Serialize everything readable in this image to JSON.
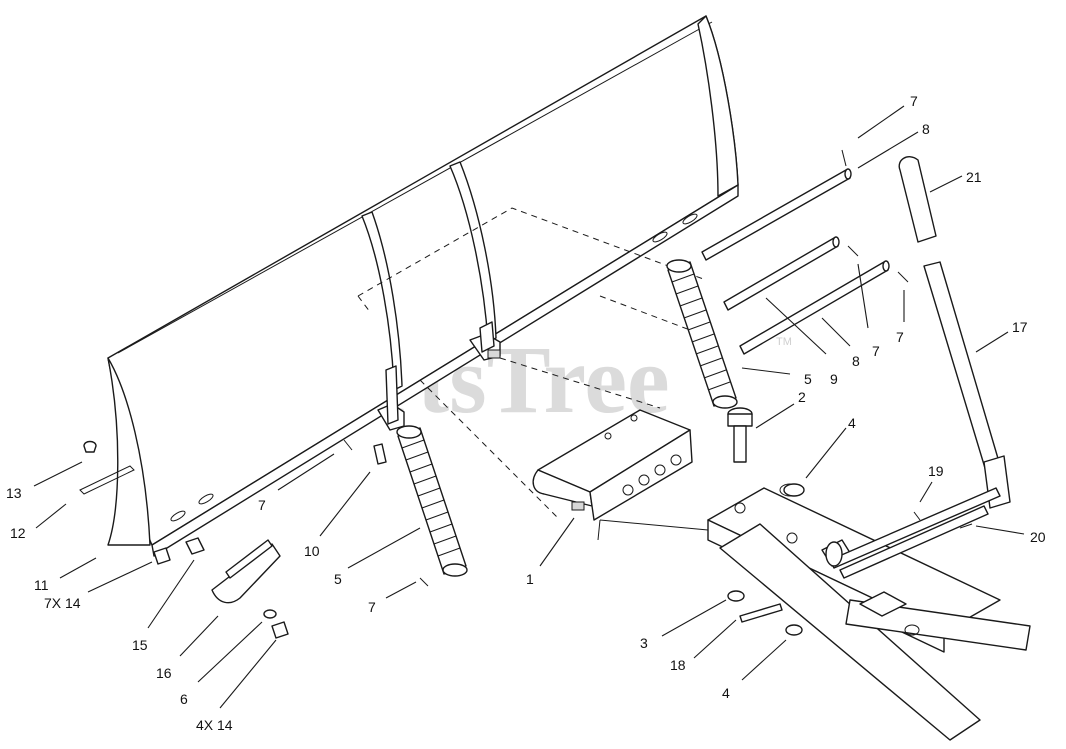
{
  "watermark": {
    "text": "PartsTree",
    "mark": "TM"
  },
  "callouts": [
    {
      "id": "c7a",
      "text": "7"
    },
    {
      "id": "c8a",
      "text": "8"
    },
    {
      "id": "c21",
      "text": "21"
    },
    {
      "id": "c17",
      "text": "17"
    },
    {
      "id": "c7b",
      "text": "7"
    },
    {
      "id": "c7c",
      "text": "7"
    },
    {
      "id": "c8b",
      "text": "8"
    },
    {
      "id": "c9",
      "text": "9"
    },
    {
      "id": "c5a",
      "text": "5"
    },
    {
      "id": "c2",
      "text": "2"
    },
    {
      "id": "c4a",
      "text": "4"
    },
    {
      "id": "c19",
      "text": "19"
    },
    {
      "id": "c20",
      "text": "20"
    },
    {
      "id": "c13",
      "text": "13"
    },
    {
      "id": "c12",
      "text": "12"
    },
    {
      "id": "c11",
      "text": "11"
    },
    {
      "id": "c7x14",
      "text": "7X 14"
    },
    {
      "id": "c15",
      "text": "15"
    },
    {
      "id": "c16",
      "text": "16"
    },
    {
      "id": "c6",
      "text": "6"
    },
    {
      "id": "c4x14",
      "text": "4X 14"
    },
    {
      "id": "c7d",
      "text": "7"
    },
    {
      "id": "c10",
      "text": "10"
    },
    {
      "id": "c5b",
      "text": "5"
    },
    {
      "id": "c7e",
      "text": "7"
    },
    {
      "id": "c1",
      "text": "1"
    },
    {
      "id": "c3",
      "text": "3"
    },
    {
      "id": "c18",
      "text": "18"
    },
    {
      "id": "c4b",
      "text": "4"
    }
  ]
}
